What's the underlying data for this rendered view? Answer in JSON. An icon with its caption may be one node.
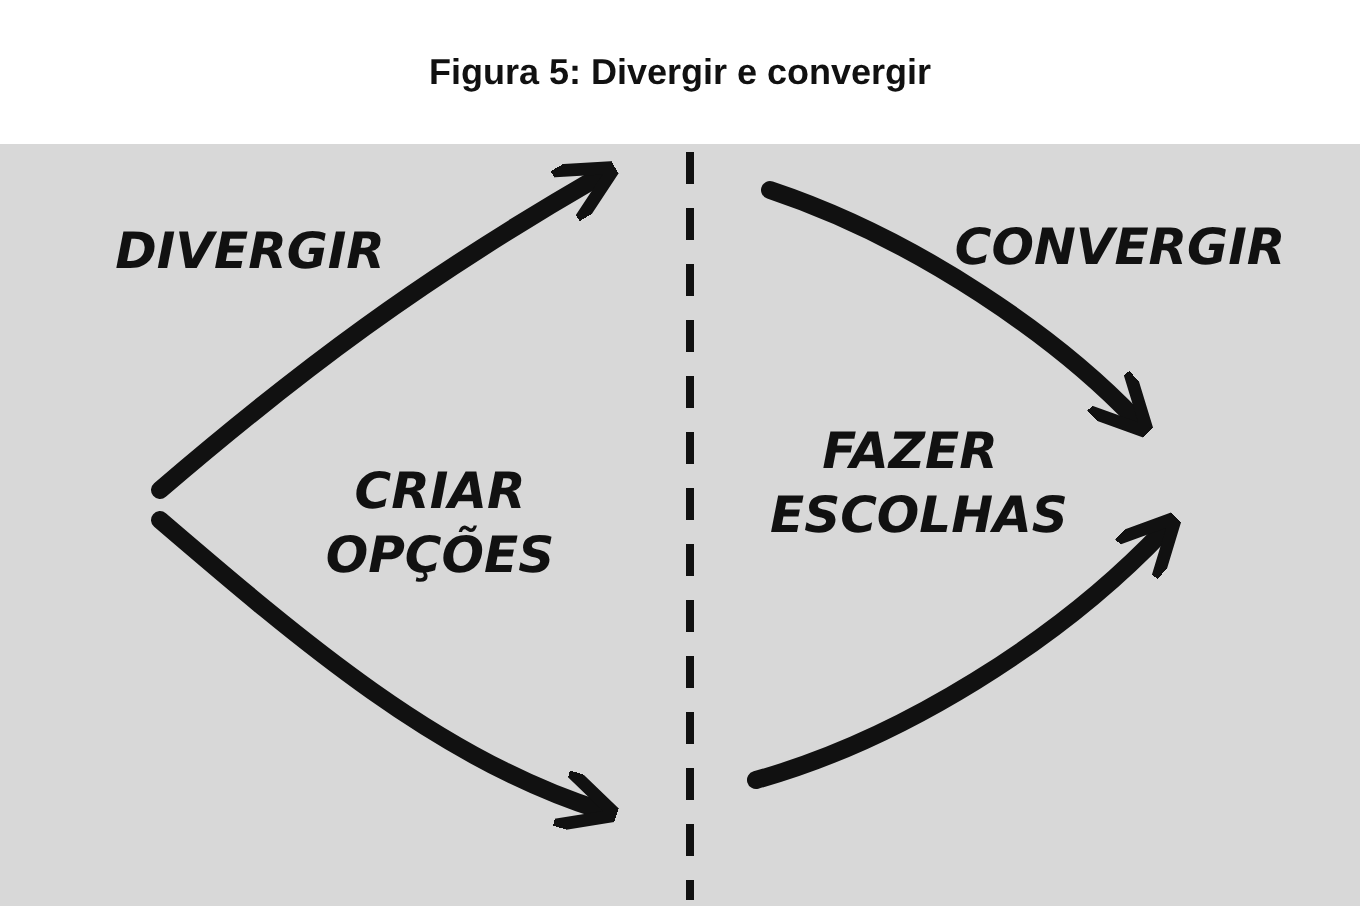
{
  "diagram": {
    "title": "Figura 5: Divergir e convergir",
    "labels": [
      "DIVERGIR",
      "CONVERGIR",
      "CRIAR OPÇÕES",
      "FAZER ESCOLHAS"
    ]
  }
}
